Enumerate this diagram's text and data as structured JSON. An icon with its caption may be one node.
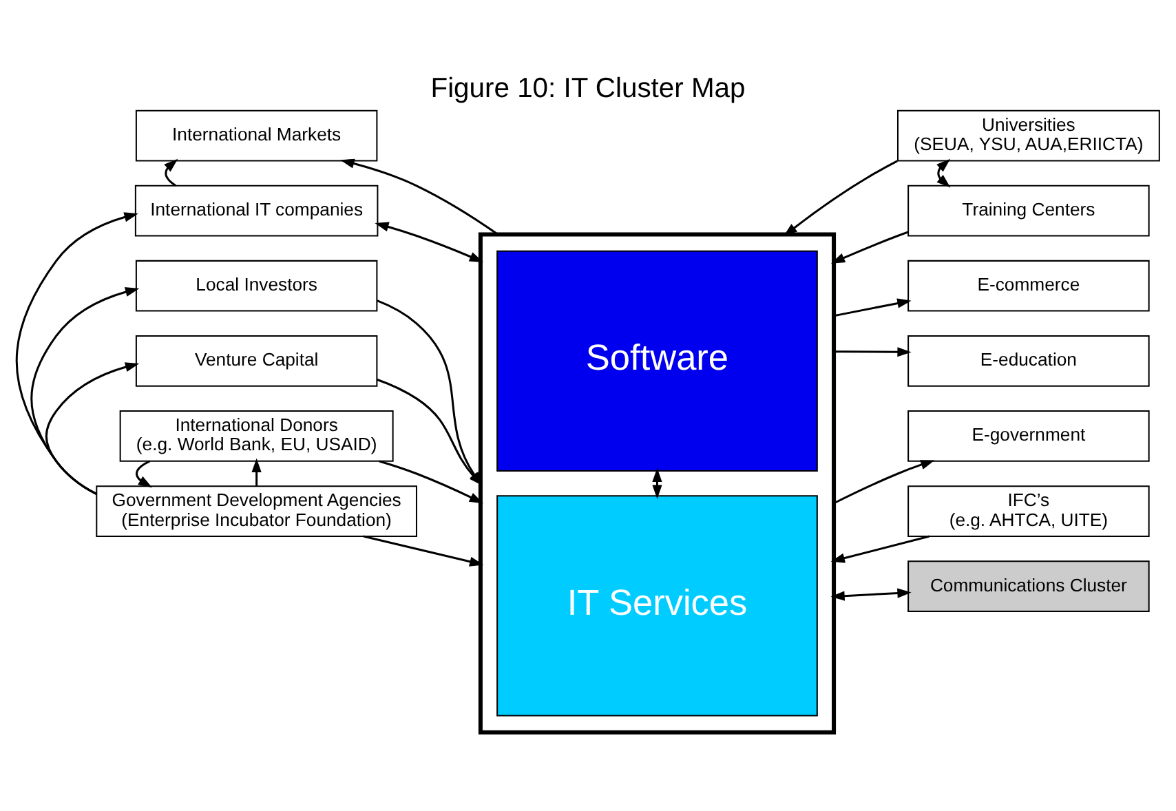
{
  "diagram": {
    "title": "Figure 10: IT Cluster Map",
    "nodes": [
      {
        "text": [
          "International Markets"
        ]
      },
      {
        "text": [
          "International IT companies"
        ]
      },
      {
        "text": [
          "Local Investors"
        ]
      },
      {
        "text": [
          "Venture Capital"
        ]
      },
      {
        "text": [
          "International Donors",
          "(e.g. World Bank, EU, USAID)"
        ]
      },
      {
        "text": [
          "Government Development Agencies",
          "(Enterprise Incubator Foundation)"
        ]
      },
      {
        "text": [],
        "shape": "box"
      },
      {
        "text": [
          "Software"
        ],
        "in": 6
      },
      {
        "text": [
          "IT Services"
        ],
        "in": 6
      },
      {
        "text": [
          "Universities",
          "(SEUA, YSU, AUA,ERIICTA)"
        ]
      },
      {
        "text": [
          "Training Centers"
        ]
      },
      {
        "text": [
          "E-commerce"
        ]
      },
      {
        "text": [
          "E-education"
        ]
      },
      {
        "text": [
          "E-government"
        ]
      },
      {
        "text": [
          "IFC’s",
          "(e.g. AHTCA, UITE)"
        ]
      },
      {
        "text": [
          "Communications Cluster"
        ]
      }
    ],
    "edges": [
      {
        "from": 6,
        "to": 0,
        "arrow": "to"
      },
      {
        "from": 1,
        "to": 0,
        "arrow": "to"
      },
      {
        "from": 1,
        "to": 6,
        "arrow": "both"
      },
      {
        "from": 5,
        "to": 1,
        "arrow": "to"
      },
      {
        "from": 5,
        "to": 2,
        "arrow": "to"
      },
      {
        "from": 5,
        "to": 3,
        "arrow": "to"
      },
      {
        "from": 5,
        "to": 4,
        "arrow": "to"
      },
      {
        "from": 2,
        "to": 6,
        "arrow": "to"
      },
      {
        "from": 3,
        "to": 6,
        "arrow": "to"
      },
      {
        "from": 4,
        "to": 6,
        "arrow": "to"
      },
      {
        "from": 4,
        "to": 5,
        "arrow": "to"
      },
      {
        "from": 5,
        "to": 6,
        "arrow": "to"
      },
      {
        "from": 7,
        "to": 8,
        "arrow": "both"
      },
      {
        "from": 9,
        "to": 6,
        "arrow": "to"
      },
      {
        "from": 9,
        "to": 10,
        "arrow": "both"
      },
      {
        "from": 10,
        "to": 6,
        "arrow": "to"
      },
      {
        "from": 6,
        "to": 11,
        "arrow": "to"
      },
      {
        "from": 6,
        "to": 12,
        "arrow": "to"
      },
      {
        "from": 6,
        "to": 13,
        "arrow": "to"
      },
      {
        "from": 14,
        "to": 6,
        "arrow": "to"
      },
      {
        "from": 6,
        "to": 15,
        "arrow": "both"
      }
    ]
  }
}
